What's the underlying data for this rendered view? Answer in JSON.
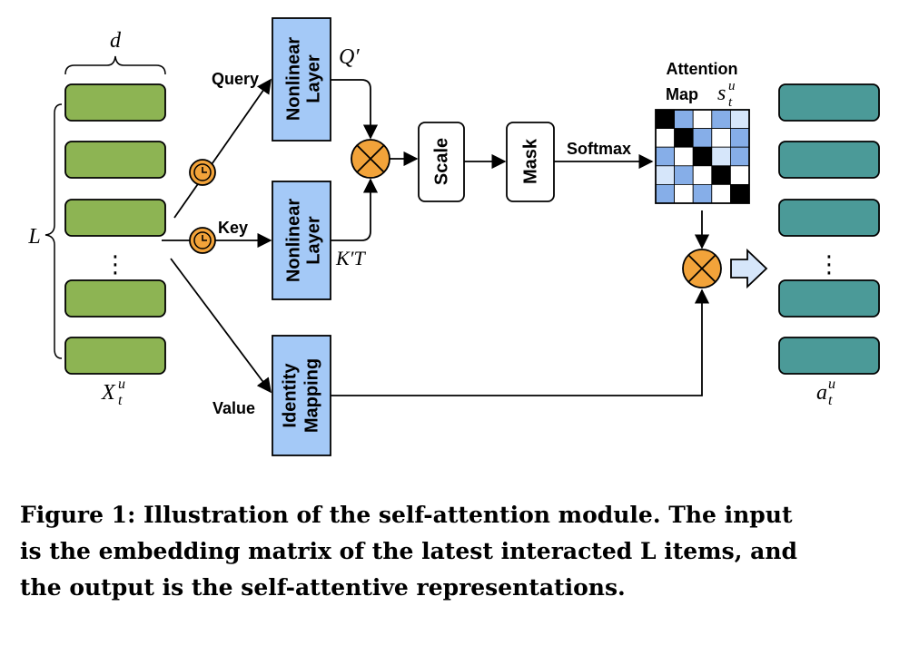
{
  "labels": {
    "d": "d",
    "L": "L",
    "query": "Query",
    "key": "Key",
    "value": "Value",
    "softmax": "Softmax",
    "attention_map_line1": "Attention",
    "attention_map_line2": "Map",
    "q_prime": "Q′",
    "k_prime_T": "K′T",
    "x_input": "X",
    "a_output": "a",
    "s_map": "s",
    "sup_u": "u",
    "sub_t": "t",
    "ellipsis": "⋮"
  },
  "boxes": {
    "nonlinear_line1": "Nonlinear",
    "nonlinear_line2": "Layer",
    "identity_line1": "Identity",
    "identity_line2": "Mapping",
    "scale": "Scale",
    "mask": "Mask"
  },
  "colors": {
    "input_green": "#8db453",
    "output_teal": "#4b9a98",
    "box_blue": "#a4c9f7",
    "node_orange": "#f2a33a",
    "clock_orange": "#f2a33a",
    "cell_black": "#000000",
    "cell_blue": "#86aee8",
    "cell_light": "#d6e6fa",
    "cell_white": "#ffffff"
  },
  "attention_grid": [
    [
      "k",
      "b",
      "w",
      "b",
      "l"
    ],
    [
      "w",
      "k",
      "b",
      "w",
      "b"
    ],
    [
      "b",
      "w",
      "k",
      "l",
      "b"
    ],
    [
      "l",
      "b",
      "w",
      "k",
      "w"
    ],
    [
      "b",
      "w",
      "b",
      "w",
      "k"
    ]
  ],
  "caption": "Figure 1: Illustration of the self-attention module. The input\nis the embedding matrix of the latest interacted L items, and\nthe output is the self-attentive representations."
}
